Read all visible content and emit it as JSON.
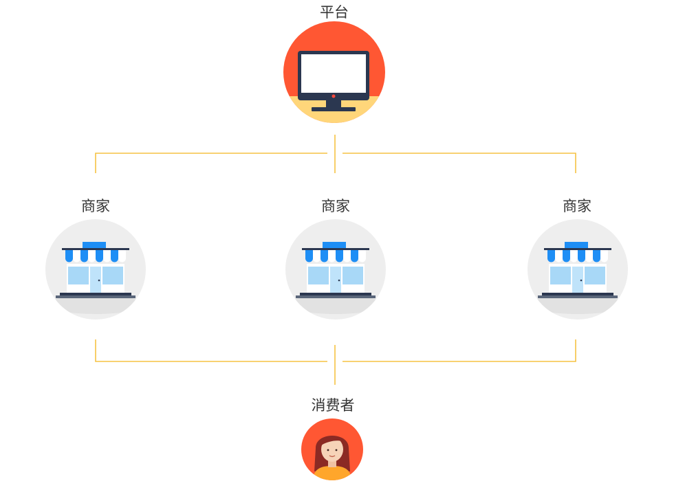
{
  "nodes": {
    "platform": {
      "label": "平台"
    },
    "merchant_left": {
      "label": "商家"
    },
    "merchant_center": {
      "label": "商家"
    },
    "merchant_right": {
      "label": "商家"
    },
    "consumer": {
      "label": "消费者"
    }
  },
  "colors": {
    "connector": "#F5C242",
    "platform_bg": "#FF5733",
    "platform_floor": "#FFD67A",
    "monitor_frame": "#2B3750",
    "monitor_screen": "#FFFFFF",
    "monitor_led": "#FF4A3D",
    "shop_bg": "#EEEEEE",
    "shop_awning": "#1E8EF5",
    "shop_window": "#A8D8F7",
    "shop_base": "#2B3750",
    "consumer_bg": "#FF5733",
    "consumer_hair": "#8B2A24",
    "consumer_skin": "#F6D3B8",
    "consumer_shirt": "#FFA62B"
  }
}
